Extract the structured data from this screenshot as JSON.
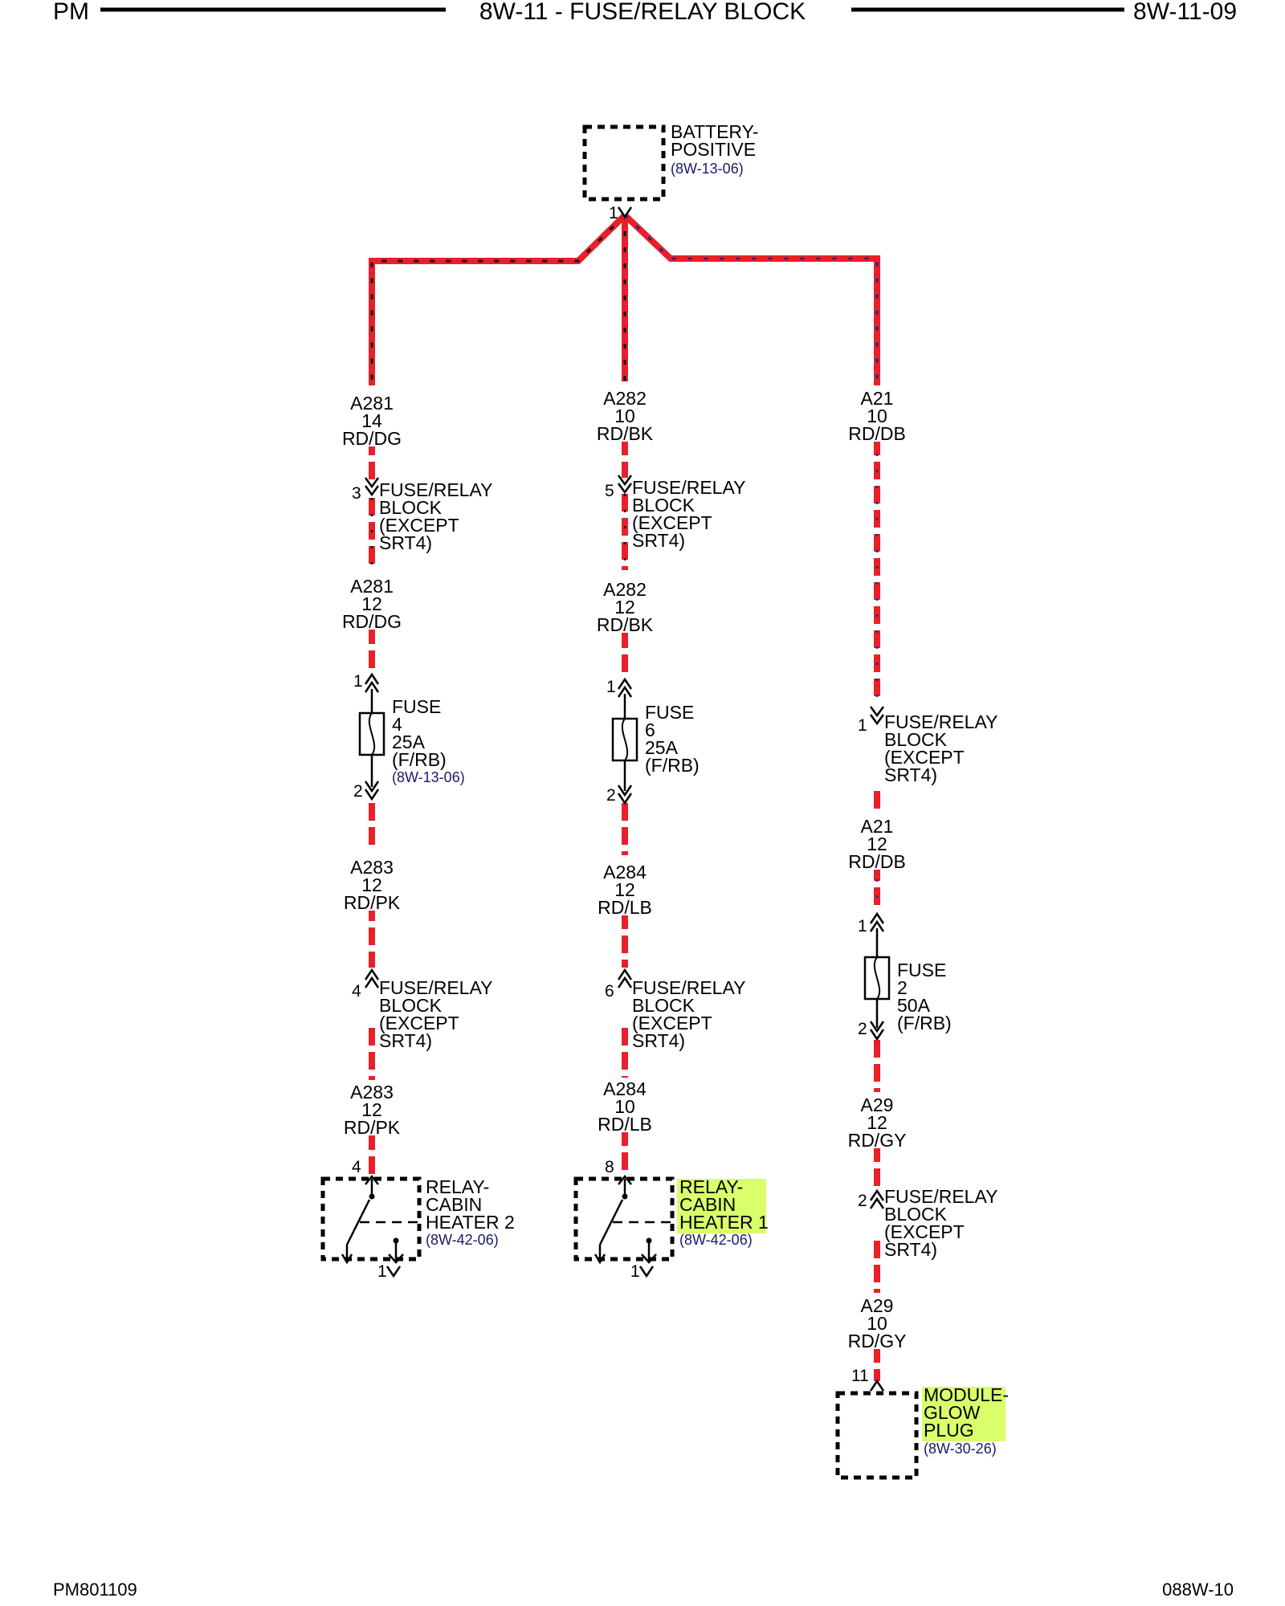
{
  "header": {
    "left": "PM",
    "title": "8W-11 - FUSE/RELAY BLOCK",
    "right": "8W-11-09"
  },
  "footer": {
    "left": "PM801109",
    "right": "088W-10"
  },
  "colors": {
    "wire_red": "#e8202a",
    "wire_dash_black": "#111111",
    "wire_dash_blue": "#1b2a9a",
    "highlight": "#d9ff6a",
    "reference_text": "#1a1a6a"
  },
  "battery": {
    "line1": "BATTERY-",
    "line2": "POSITIVE",
    "ref": "(8W-13-06)",
    "pin": "1"
  },
  "circuits": {
    "left": {
      "w1": {
        "id": "A281",
        "gauge": "14",
        "color": "RD/DG"
      },
      "conn1": {
        "pin": "3",
        "l1": "FUSE/RELAY",
        "l2": "BLOCK",
        "l3": "(EXCEPT",
        "l4": "SRT4)"
      },
      "w2": {
        "id": "A281",
        "gauge": "12",
        "color": "RD/DG"
      },
      "fuse": {
        "pin_in": "1",
        "pin_out": "2",
        "l1": "FUSE",
        "l2": "4",
        "l3": "25A",
        "l4": "(F/RB)",
        "ref": "(8W-13-06)"
      },
      "w3": {
        "id": "A283",
        "gauge": "12",
        "color": "RD/PK"
      },
      "conn2": {
        "pin": "4",
        "l1": "FUSE/RELAY",
        "l2": "BLOCK",
        "l3": "(EXCEPT",
        "l4": "SRT4)"
      },
      "w4": {
        "id": "A283",
        "gauge": "12",
        "color": "RD/PK"
      },
      "relay": {
        "pin_in": "4",
        "pin_out": "1",
        "l1": "RELAY-",
        "l2": "CABIN",
        "l3": "HEATER 2",
        "ref": "(8W-42-06)"
      }
    },
    "middle": {
      "w1": {
        "id": "A282",
        "gauge": "10",
        "color": "RD/BK"
      },
      "conn1": {
        "pin": "5",
        "l1": "FUSE/RELAY",
        "l2": "BLOCK",
        "l3": "(EXCEPT",
        "l4": "SRT4)"
      },
      "w2": {
        "id": "A282",
        "gauge": "12",
        "color": "RD/BK"
      },
      "fuse": {
        "pin_in": "1",
        "pin_out": "2",
        "l1": "FUSE",
        "l2": "6",
        "l3": "25A",
        "l4": "(F/RB)"
      },
      "w3": {
        "id": "A284",
        "gauge": "12",
        "color": "RD/LB"
      },
      "conn2": {
        "pin": "6",
        "l1": "FUSE/RELAY",
        "l2": "BLOCK",
        "l3": "(EXCEPT",
        "l4": "SRT4)"
      },
      "w4": {
        "id": "A284",
        "gauge": "10",
        "color": "RD/LB"
      },
      "relay": {
        "pin_in": "8",
        "pin_out": "1",
        "l1": "RELAY-",
        "l2": "CABIN",
        "l3": "HEATER 1",
        "ref": "(8W-42-06)"
      }
    },
    "right": {
      "w1": {
        "id": "A21",
        "gauge": "10",
        "color": "RD/DB"
      },
      "conn1": {
        "pin": "1",
        "l1": "FUSE/RELAY",
        "l2": "BLOCK",
        "l3": "(EXCEPT",
        "l4": "SRT4)"
      },
      "w2": {
        "id": "A21",
        "gauge": "12",
        "color": "RD/DB"
      },
      "fuse": {
        "pin_in": "1",
        "pin_out": "2",
        "l1": "FUSE",
        "l2": "2",
        "l3": "50A",
        "l4": "(F/RB)"
      },
      "w3": {
        "id": "A29",
        "gauge": "12",
        "color": "RD/GY"
      },
      "conn2": {
        "pin": "2",
        "l1": "FUSE/RELAY",
        "l2": "BLOCK",
        "l3": "(EXCEPT",
        "l4": "SRT4)"
      },
      "w4": {
        "id": "A29",
        "gauge": "10",
        "color": "RD/GY"
      },
      "module": {
        "pin": "11",
        "l1": "MODULE-",
        "l2": "GLOW",
        "l3": "PLUG",
        "ref": "(8W-30-26)"
      }
    }
  }
}
